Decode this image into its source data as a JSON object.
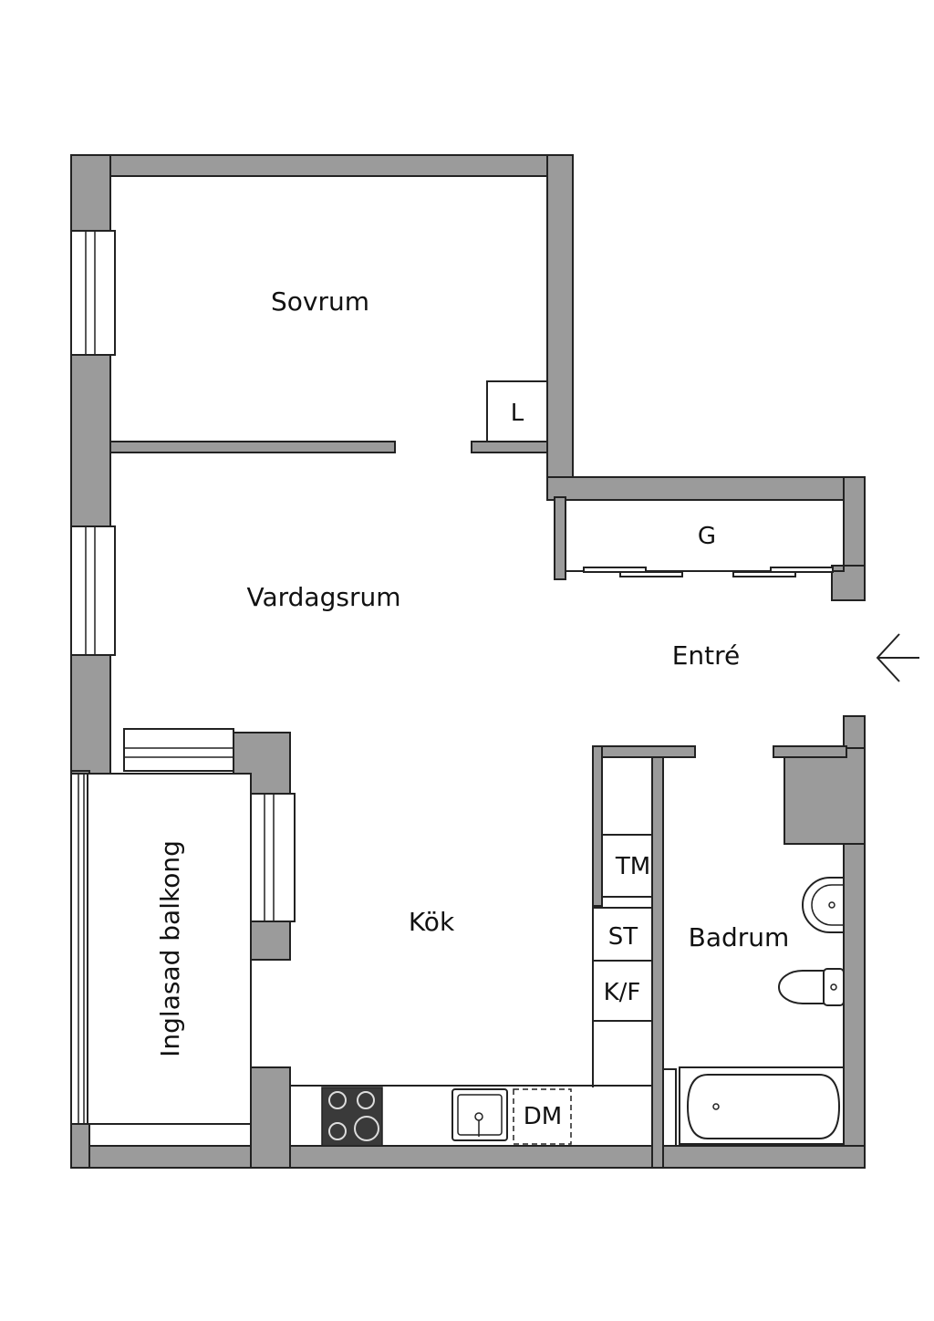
{
  "rooms": {
    "sovrum": "Sovrum",
    "vardagsrum": "Vardagsrum",
    "entre": "Entré",
    "kok": "Kök",
    "badrum": "Badrum",
    "balkong": "Inglasad balkong"
  },
  "fixtures": {
    "linen": "L",
    "wardrobe": "G",
    "washing_machine": "TM",
    "stove_cabinet": "ST",
    "fridge_freezer": "K/F",
    "dishwasher": "DM"
  },
  "colors": {
    "wall": "#9b9b9b",
    "stroke": "#222222",
    "stove": "#3a3a3a"
  },
  "icons": {
    "entrance": "arrow-left-icon",
    "stove": "cooktop-icon",
    "sink": "sink-icon",
    "toilet": "toilet-icon",
    "washbasin": "washbasin-icon",
    "bathtub": "bathtub-icon"
  }
}
